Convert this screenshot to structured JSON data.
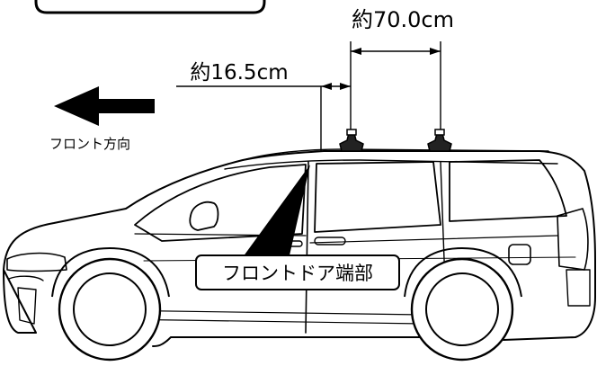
{
  "dimensions": {
    "carrier_spacing": "約70.0cm",
    "front_offset": "約16.5cm"
  },
  "labels": {
    "front_direction": "フロント方向",
    "front_door_edge": "フロントドア端部"
  },
  "icons": {
    "direction_arrow": "left-arrow-icon"
  }
}
